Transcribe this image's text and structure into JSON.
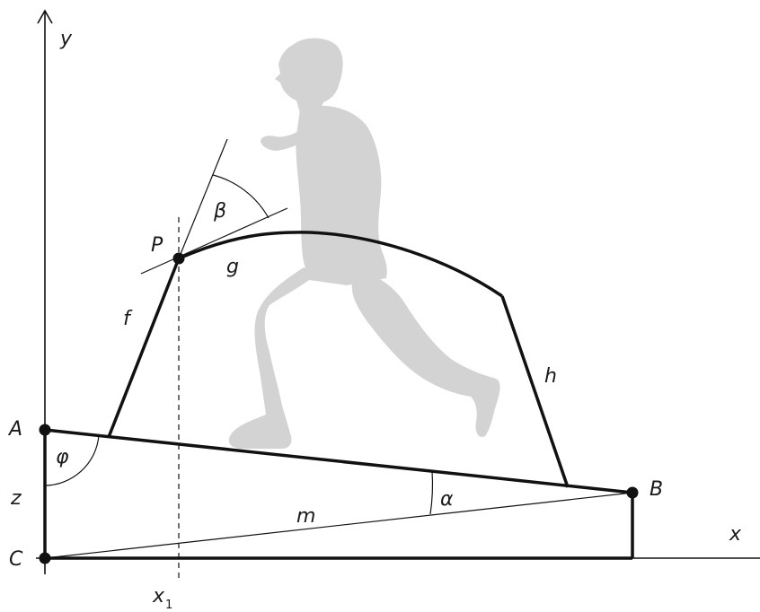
{
  "labels": {
    "y_axis": "y",
    "x_axis": "x",
    "point_A": "A",
    "point_B": "B",
    "point_C": "C",
    "point_P": "P",
    "curve_f": "f",
    "curve_g": "g",
    "curve_h": "h",
    "segment_m": "m",
    "height_z": "z",
    "angle_phi": "φ",
    "angle_alpha": "α",
    "angle_beta": "β",
    "x1_main": "x",
    "x1_sub": "1"
  },
  "colors": {
    "line": "#111111",
    "silhouette": "#d3d3d3"
  }
}
